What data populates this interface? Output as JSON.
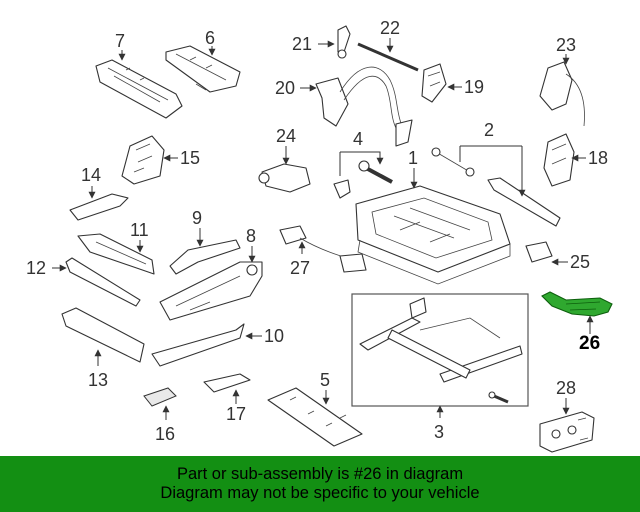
{
  "diagram": {
    "highlight_color": "#138f13",
    "callouts": {
      "c1": "1",
      "c2": "2",
      "c3": "3",
      "c4": "4",
      "c5": "5",
      "c6": "6",
      "c7": "7",
      "c8": "8",
      "c9": "9",
      "c10": "10",
      "c11": "11",
      "c12": "12",
      "c13": "13",
      "c14": "14",
      "c15": "15",
      "c16": "16",
      "c17": "17",
      "c18": "18",
      "c19": "19",
      "c20": "20",
      "c21": "21",
      "c22": "22",
      "c23": "23",
      "c24": "24",
      "c25": "25",
      "c26": "26",
      "c27": "27",
      "c28": "28"
    }
  },
  "banner": {
    "background": "#138f13",
    "line1": "Part or sub-assembly is #26 in diagram",
    "line2": "Diagram may not be specific to your vehicle"
  }
}
